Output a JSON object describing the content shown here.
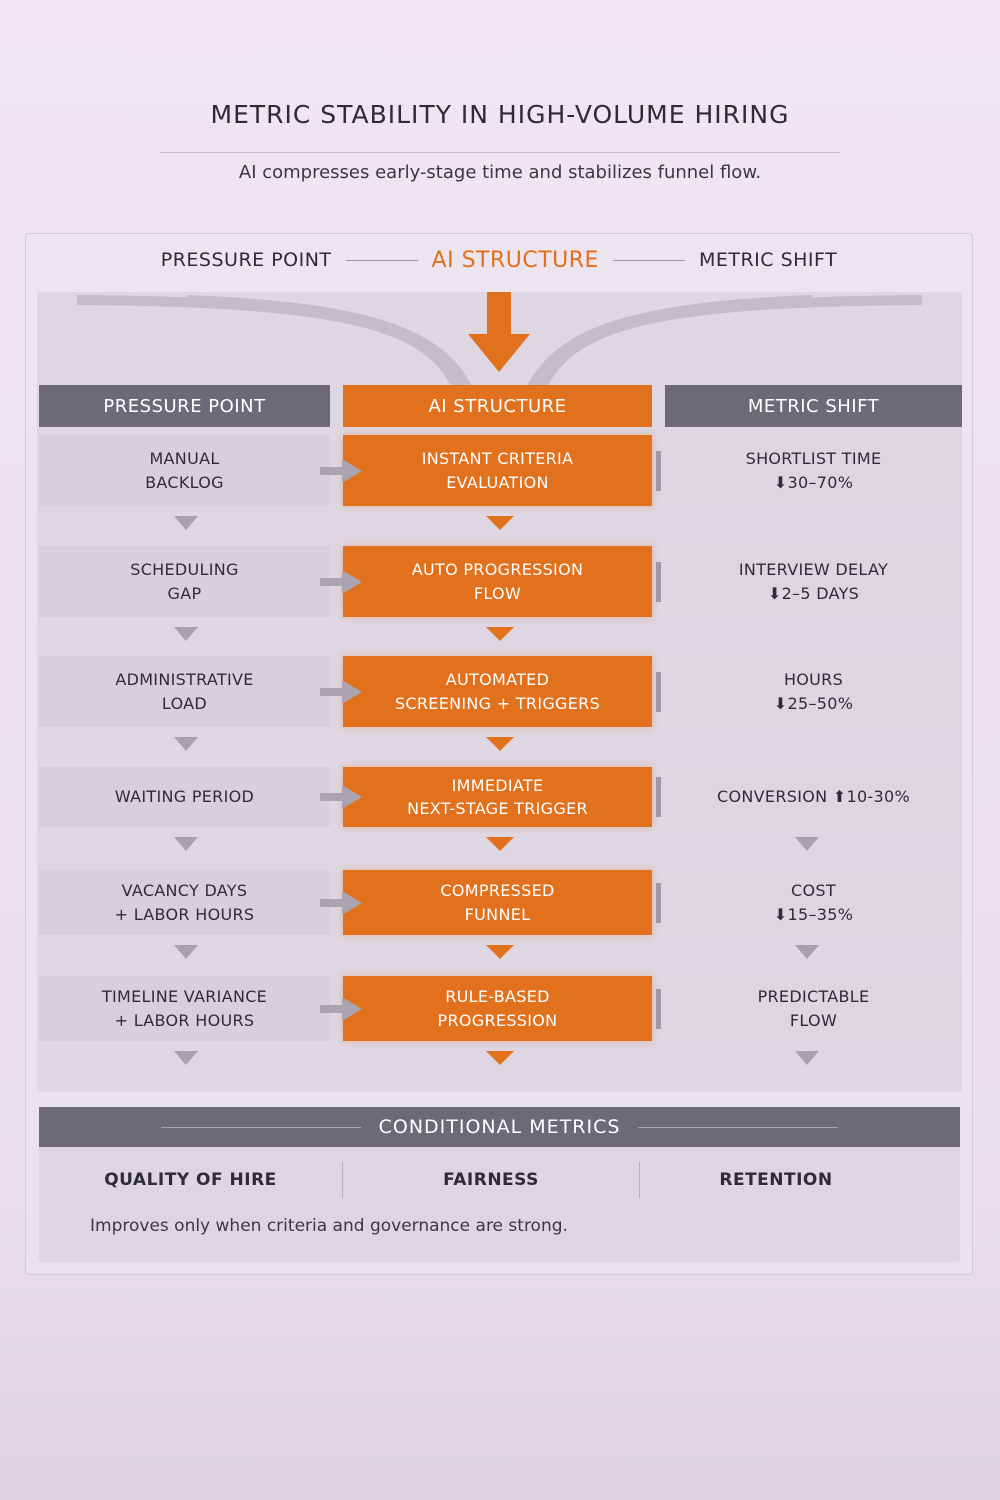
{
  "title": "METRIC STABILITY IN HIGH-VOLUME HIRING",
  "subtitle": "AI compresses early-stage time and stabilizes funnel flow.",
  "top_labels": {
    "pressure": "PRESSURE POINT",
    "ai": "AI STRUCTURE",
    "metric": "METRIC SHIFT"
  },
  "headers": {
    "pressure": "PRESSURE POINT",
    "ai": "AI STRUCTURE",
    "metric": "METRIC SHIFT"
  },
  "rows": [
    {
      "pressure": "MANUAL\nBACKLOG",
      "ai": "INSTANT CRITERIA\nEVALUATION",
      "metric": "SHORTLIST TIME\n⬇30–70%"
    },
    {
      "pressure": "SCHEDULING\nGAP",
      "ai": "AUTO PROGRESSION\nFLOW",
      "metric": "INTERVIEW DELAY\n⬇2–5 DAYS"
    },
    {
      "pressure": "ADMINISTRATIVE\nLOAD",
      "ai": "AUTOMATED\nSCREENING + TRIGGERS",
      "metric": "HOURS\n⬇25–50%"
    },
    {
      "pressure": "WAITING PERIOD",
      "ai": "IMMEDIATE\nNEXT-STAGE TRIGGER",
      "metric": "CONVERSION ⬆10-30%"
    },
    {
      "pressure": "VACANCY DAYS\n+ LABOR HOURS",
      "ai": "COMPRESSED\nFUNNEL",
      "metric": "COST\n⬇15–35%"
    },
    {
      "pressure": "TIMELINE VARIANCE\n+ LABOR HOURS",
      "ai": "RULE-BASED\nPROGRESSION",
      "metric": "PREDICTABLE\nFLOW"
    }
  ],
  "conditional": {
    "title": "CONDITIONAL METRICS",
    "items": [
      "QUALITY OF HIRE",
      "FAIRNESS",
      "RETENTION"
    ],
    "note": "Improves only when criteria and governance are strong."
  },
  "colors": {
    "orange": "#e2711d",
    "dark": "#6d6a78",
    "background": "#ece3ef"
  }
}
